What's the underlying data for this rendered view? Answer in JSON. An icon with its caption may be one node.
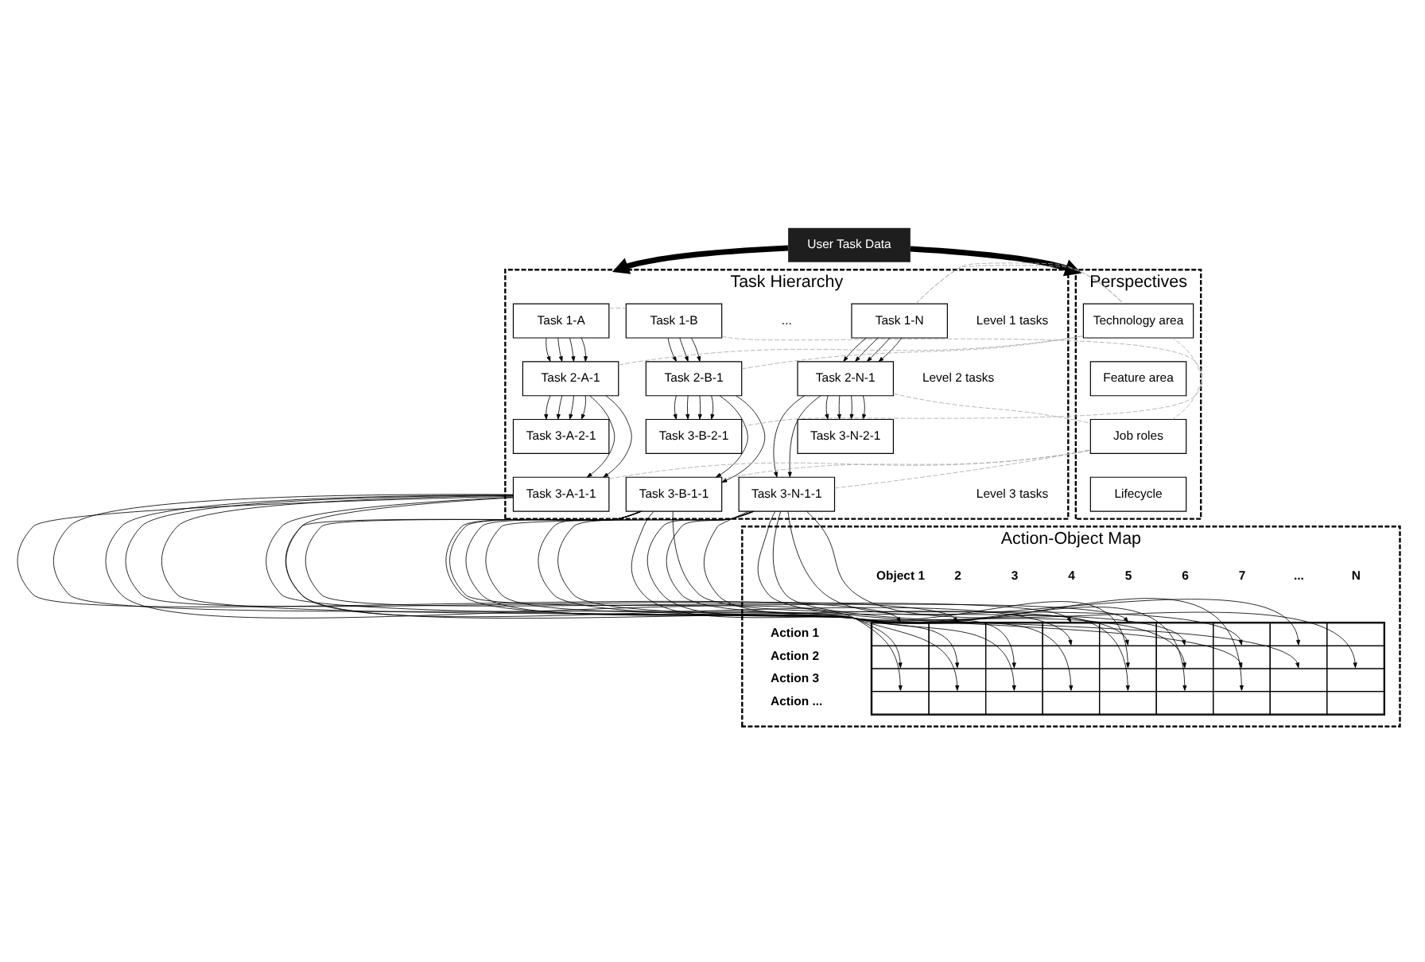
{
  "diagram": {
    "nodes": [
      {
        "text": [
          "User Task Data"
        ]
      },
      {
        "text": [
          "Task Hierarchy"
        ]
      },
      {
        "text": [
          "Task 1-A"
        ],
        "in": 1
      },
      {
        "text": [
          "Task 1-B"
        ],
        "in": 1
      },
      {
        "text": [
          "Task 1-N"
        ],
        "in": 1
      },
      {
        "text": [
          "Task 2-A-1"
        ],
        "in": 1
      },
      {
        "text": [
          "Task 2-B-1"
        ],
        "in": 1
      },
      {
        "text": [
          "Task 2-N-1"
        ],
        "in": 1
      },
      {
        "text": [
          "Task 3-A-2-1"
        ],
        "in": 1
      },
      {
        "text": [
          "Task 3-A-1-1"
        ],
        "in": 1
      },
      {
        "text": [
          "Task 3-B-2-1"
        ],
        "in": 1
      },
      {
        "text": [
          "Task 3-B-1-1"
        ],
        "in": 1
      },
      {
        "text": [
          "Task 3-N-2-1"
        ],
        "in": 1
      },
      {
        "text": [
          "Task 3-N-1-1"
        ],
        "in": 1
      },
      {
        "text": [
          "Perspectives"
        ]
      },
      {
        "text": [
          "Technology area"
        ],
        "in": 14
      },
      {
        "text": [
          "Feature area"
        ],
        "in": 14
      },
      {
        "text": [
          "Job roles"
        ],
        "in": 14
      },
      {
        "text": [
          "Lifecycle"
        ],
        "in": 14
      },
      {
        "text": [
          "Action-Object Map"
        ]
      },
      {
        "text": [],
        "shape": "box",
        "in": 19
      }
    ],
    "edges": [
      {
        "from": 0,
        "to": 1,
        "arrow": "to",
        "style": "thick"
      },
      {
        "from": 0,
        "to": 14,
        "arrow": "to",
        "style": "thick"
      },
      {
        "from": 2,
        "to": 5,
        "arrow": "to"
      },
      {
        "from": 2,
        "to": 5,
        "arrow": "to"
      },
      {
        "from": 2,
        "to": 5,
        "arrow": "to"
      },
      {
        "from": 2,
        "to": 5,
        "arrow": "to"
      },
      {
        "from": 3,
        "to": 6,
        "arrow": "to"
      },
      {
        "from": 3,
        "to": 6,
        "arrow": "to"
      },
      {
        "from": 3,
        "to": 6,
        "arrow": "to"
      },
      {
        "from": 4,
        "to": 7,
        "arrow": "to"
      },
      {
        "from": 4,
        "to": 7,
        "arrow": "to"
      },
      {
        "from": 4,
        "to": 7,
        "arrow": "to"
      },
      {
        "from": 4,
        "to": 7,
        "arrow": "to"
      },
      {
        "from": 5,
        "to": 8,
        "arrow": "to"
      },
      {
        "from": 5,
        "to": 8,
        "arrow": "to"
      },
      {
        "from": 5,
        "to": 8,
        "arrow": "to"
      },
      {
        "from": 5,
        "to": 8,
        "arrow": "to"
      },
      {
        "from": 5,
        "to": 9,
        "arrow": "to"
      },
      {
        "from": 5,
        "to": 9,
        "arrow": "to"
      },
      {
        "from": 6,
        "to": 10,
        "arrow": "to"
      },
      {
        "from": 6,
        "to": 10,
        "arrow": "to"
      },
      {
        "from": 6,
        "to": 10,
        "arrow": "to"
      },
      {
        "from": 6,
        "to": 10,
        "arrow": "to"
      },
      {
        "from": 6,
        "to": 11,
        "arrow": "to"
      },
      {
        "from": 6,
        "to": 11,
        "arrow": "to"
      },
      {
        "from": 7,
        "to": 12,
        "arrow": "to"
      },
      {
        "from": 7,
        "to": 12,
        "arrow": "to"
      },
      {
        "from": 7,
        "to": 12,
        "arrow": "to"
      },
      {
        "from": 7,
        "to": 12,
        "arrow": "to"
      },
      {
        "from": 7,
        "to": 13,
        "arrow": "to"
      },
      {
        "from": 7,
        "to": 13,
        "arrow": "to"
      },
      {
        "from": 9,
        "to": 20,
        "arrow": "to"
      },
      {
        "from": 9,
        "to": 20,
        "arrow": "to"
      },
      {
        "from": 9,
        "to": 20,
        "arrow": "to"
      },
      {
        "from": 9,
        "to": 20,
        "arrow": "to"
      },
      {
        "from": 9,
        "to": 20,
        "arrow": "to"
      },
      {
        "from": 9,
        "to": 20,
        "arrow": "to"
      },
      {
        "from": 9,
        "to": 20,
        "arrow": "to"
      },
      {
        "from": 11,
        "to": 20,
        "arrow": "to"
      },
      {
        "from": 11,
        "to": 20,
        "arrow": "to"
      },
      {
        "from": 11,
        "to": 20,
        "arrow": "to"
      },
      {
        "from": 11,
        "to": 20,
        "arrow": "to"
      },
      {
        "from": 11,
        "to": 20,
        "arrow": "to"
      },
      {
        "from": 11,
        "to": 20,
        "arrow": "to"
      },
      {
        "from": 11,
        "to": 20,
        "arrow": "to"
      },
      {
        "from": 11,
        "to": 20,
        "arrow": "to"
      },
      {
        "from": 13,
        "to": 20,
        "arrow": "to"
      },
      {
        "from": 13,
        "to": 20,
        "arrow": "to"
      },
      {
        "from": 13,
        "to": 20,
        "arrow": "to"
      },
      {
        "from": 13,
        "to": 20,
        "arrow": "to"
      },
      {
        "from": 13,
        "to": 20,
        "arrow": "to"
      },
      {
        "from": 13,
        "to": 20,
        "arrow": "to"
      },
      {
        "from": 13,
        "to": 20,
        "arrow": "to"
      },
      {
        "from": 13,
        "to": 20,
        "arrow": "to"
      },
      {
        "from": 13,
        "to": 20,
        "arrow": "to"
      },
      {
        "from": 2,
        "to": 3,
        "arrow": "none",
        "style": "dashed",
        "color": "#aaaaaa"
      },
      {
        "from": 4,
        "to": 15,
        "arrow": "none",
        "style": "dashed",
        "color": "#aaaaaa"
      },
      {
        "from": 5,
        "to": 15,
        "arrow": "none",
        "style": "dashed",
        "color": "#aaaaaa"
      },
      {
        "from": 6,
        "to": 15,
        "arrow": "none",
        "style": "dashed",
        "color": "#aaaaaa"
      },
      {
        "from": 10,
        "to": 15,
        "arrow": "none",
        "style": "dashed",
        "color": "#aaaaaa"
      },
      {
        "from": 3,
        "to": 17,
        "arrow": "none",
        "style": "dashed",
        "color": "#aaaaaa"
      },
      {
        "from": 7,
        "to": 17,
        "arrow": "none",
        "style": "dashed",
        "color": "#aaaaaa"
      },
      {
        "from": 9,
        "to": 17,
        "arrow": "none",
        "style": "dashed",
        "color": "#aaaaaa"
      },
      {
        "from": 11,
        "to": 17,
        "arrow": "none",
        "style": "dashed",
        "color": "#aaaaaa"
      },
      {
        "from": 13,
        "to": 17,
        "arrow": "none",
        "style": "dashed",
        "color": "#aaaaaa"
      }
    ],
    "labels": [
      "Level 1 tasks",
      "Level 2 tasks",
      "Level 3 tasks",
      "...",
      "Object 1",
      "2",
      "3",
      "4",
      "5",
      "6",
      "7",
      "...",
      "N",
      "Action 1",
      "Action 2",
      "Action 3",
      "Action ..."
    ]
  }
}
